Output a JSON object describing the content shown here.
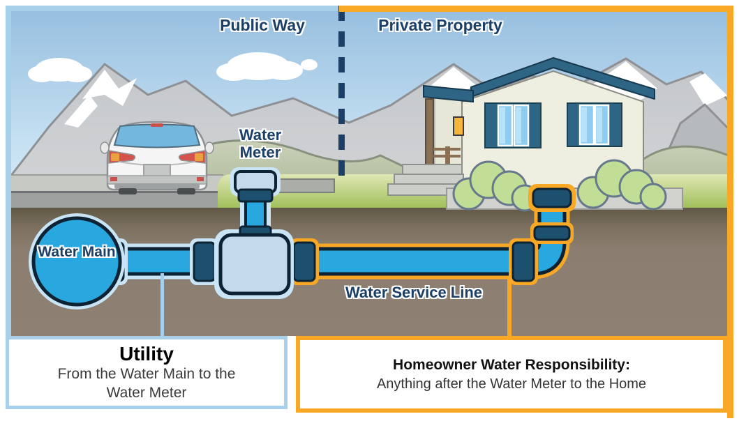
{
  "zones": {
    "public_way": "Public Way",
    "private_property": "Private Property"
  },
  "pipes": {
    "water_main": "Water Main",
    "water_meter": "Water Meter",
    "service_line": "Water Service Line"
  },
  "legend": {
    "utility": {
      "title": "Utility",
      "description": "From the Water Main to the Water Meter"
    },
    "homeowner": {
      "title": "Homeowner Water Responsibility:",
      "description": "Anything after the Water Meter to the Home"
    }
  },
  "colors": {
    "utility_accent": "#A9D0EA",
    "homeowner_accent": "#F9A825",
    "pipe_blue": "#29A8DF",
    "fitting_navy": "#1C506E",
    "label_navy": "#1B3F66"
  }
}
